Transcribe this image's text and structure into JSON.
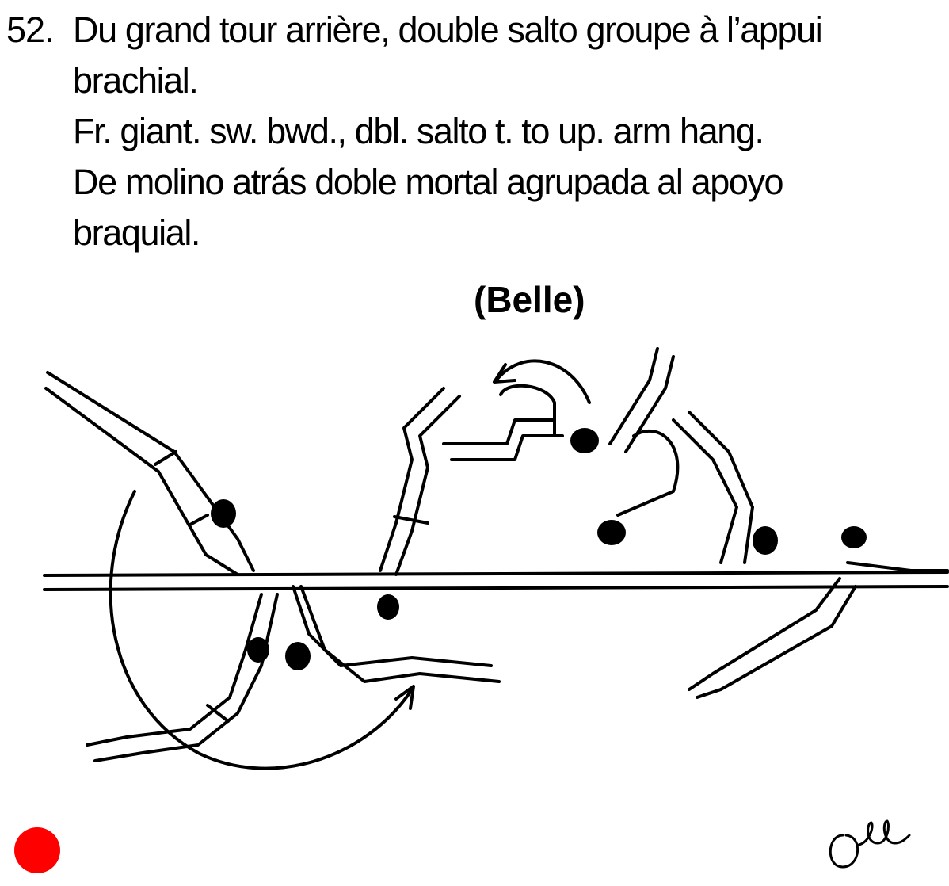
{
  "entry": {
    "number": "52.",
    "french_line_1": "Du grand tour arrière, double salto groupe à l’appui",
    "french_line_2": "brachial.",
    "english": "Fr. giant. sw. bwd., dbl. salto t. to up. arm hang.",
    "spanish_line_1": "De molino atrás doble mortal agrupada al apoyo",
    "spanish_line_2": "braquial.",
    "gymnast": "(Belle)"
  },
  "marker": {
    "color": "#ff0000"
  },
  "icons": {
    "illustration": "gymnastics-sequence-drawing",
    "signature": "handwritten-signature-icon"
  }
}
